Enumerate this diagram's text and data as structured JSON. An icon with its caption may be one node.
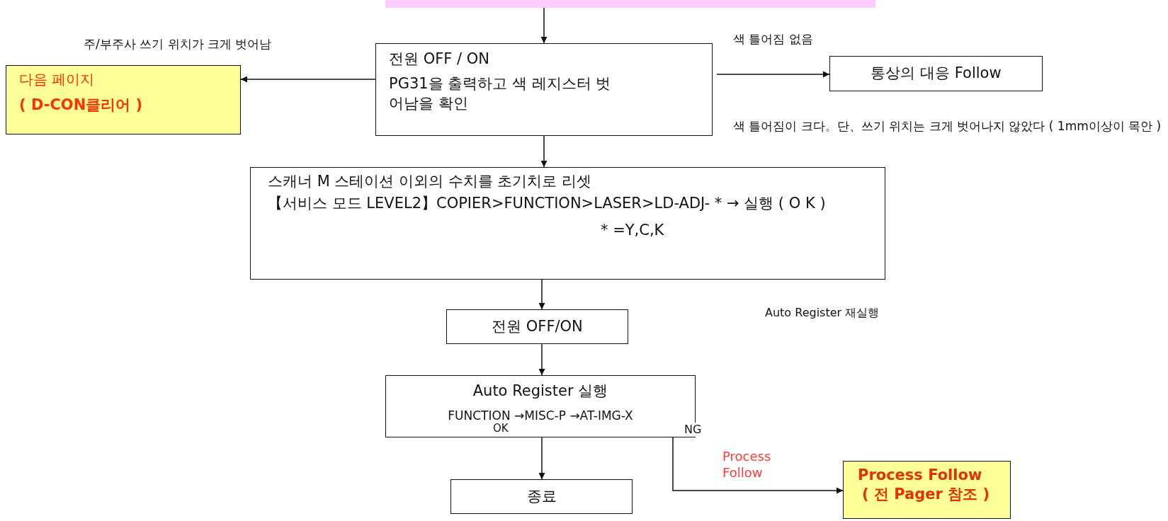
{
  "diagram": {
    "nodes": [
      {
        "text": [],
        "shape": "box"
      },
      {
        "text": [
          "전원 OFF / ON",
          "PG31을 출력하고 색 레지스터 벗어남을 확인"
        ]
      },
      {
        "text": [
          "다음 페이지",
          "( D-CON클리어 )"
        ]
      },
      {
        "text": [
          "통상의 대응 Follow"
        ]
      },
      {
        "text": [
          "스캐너 M 스테이션 이외의 수치를 초기치로 리셋",
          "【서비스 모드 LEVEL2】COPIER>FUNCTION>LASER>LD-ADJ- * → 실행 ( O K )",
          "* =Y,C,K"
        ]
      },
      {
        "text": [
          "전원 OFF/ON"
        ]
      },
      {
        "text": [
          "Auto Register 실행",
          "FUNCTION →MISC-P →AT-IMG-X"
        ]
      },
      {
        "text": [
          "종료"
        ]
      },
      {
        "text": [
          "Process Follow",
          "( 전 Pager 참조 )"
        ]
      }
    ],
    "edges": [
      {
        "from": 0,
        "to": 1,
        "arrow": "to"
      },
      {
        "from": 1,
        "to": 2,
        "arrow": "to",
        "label": "주/부주사 쓰기 위치가 크게 벗어남"
      },
      {
        "from": 1,
        "to": 3,
        "arrow": "to",
        "label": "색 틀어짐 없음"
      },
      {
        "from": 1,
        "to": 4,
        "arrow": "to"
      },
      {
        "from": 4,
        "to": 5,
        "arrow": "to"
      },
      {
        "from": 5,
        "to": 6,
        "arrow": "to"
      },
      {
        "from": 6,
        "to": 7,
        "arrow": "to",
        "label": "OK"
      },
      {
        "from": 6,
        "to": 8,
        "arrow": "to",
        "label": "NG"
      }
    ],
    "labels": [
      "색 틀어짐이 크다。단、쓰기 위치는 크게 벗어나지 않았다 ( 1mm이상이 목안 )",
      "Auto Register 재실행",
      "Process Follow"
    ]
  }
}
